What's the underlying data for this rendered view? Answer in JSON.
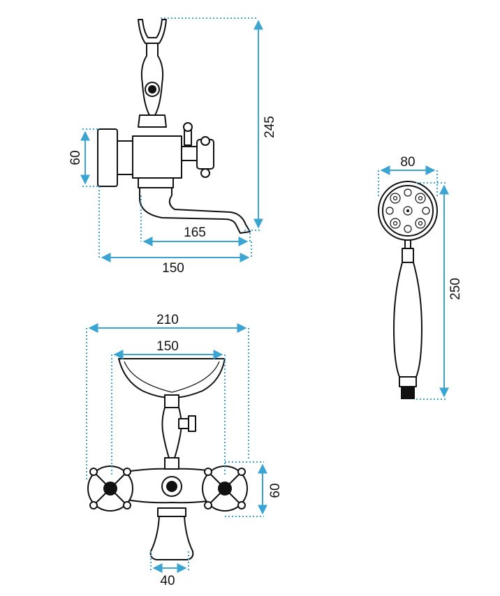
{
  "colors": {
    "dimension": "#3aa5d2",
    "outline": "#111111",
    "background": "#ffffff"
  },
  "side_view": {
    "height_label": "245",
    "flange_label": "60",
    "spout_label": "165",
    "depth_label": "150"
  },
  "hand_shower": {
    "head_width_label": "80",
    "length_label": "250"
  },
  "front_view": {
    "width_label": "210",
    "cradle_label": "150",
    "flange_label": "60",
    "spout_width_label": "40"
  }
}
